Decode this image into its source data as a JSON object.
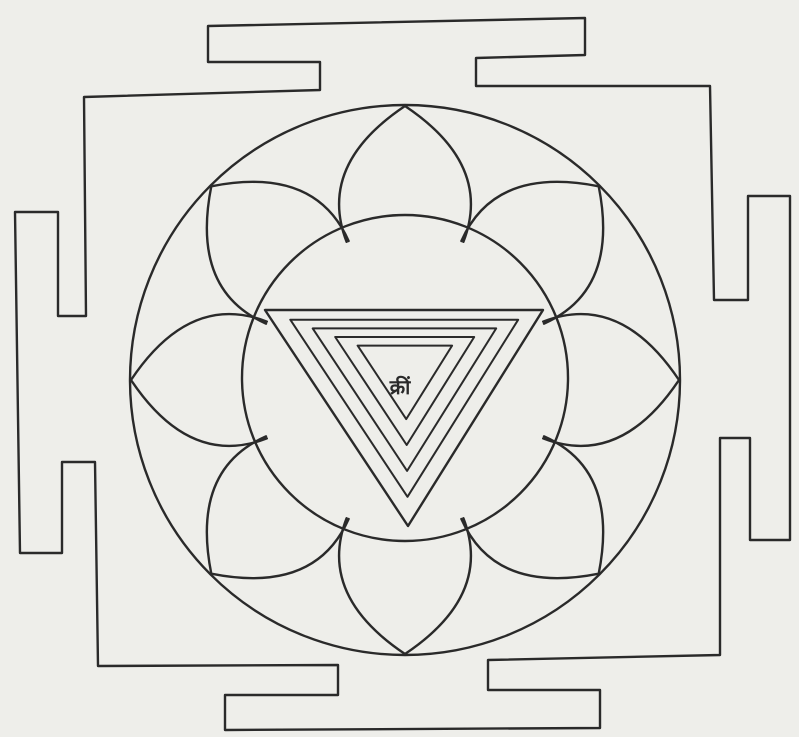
{
  "figure": {
    "bija_syllable": "क्रीं",
    "petal_count": 8,
    "nested_triangle_count": 5,
    "ink_color": "#2a2a2a",
    "paper_color": "#eeeeea"
  }
}
